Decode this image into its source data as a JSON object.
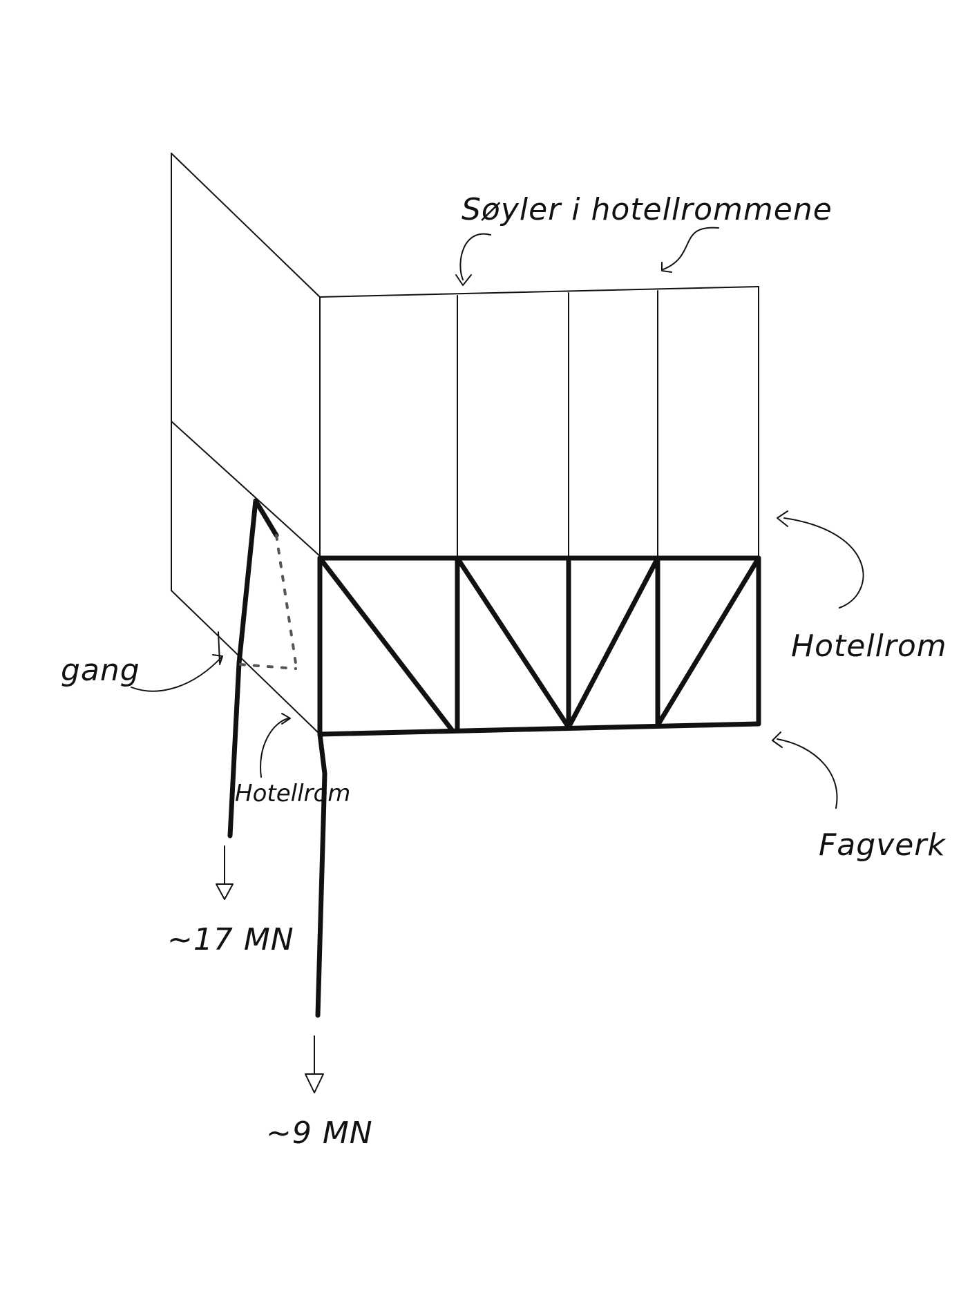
{
  "labels": {
    "columns": "Søyler i hotellrommene",
    "hotel_room_right": "Hotellrom",
    "facade": "Fagverk",
    "corridor": "gang",
    "hotel_room_left": "Hotellrom",
    "load_corner": "~17 MN",
    "load_front": "~9 MN"
  }
}
